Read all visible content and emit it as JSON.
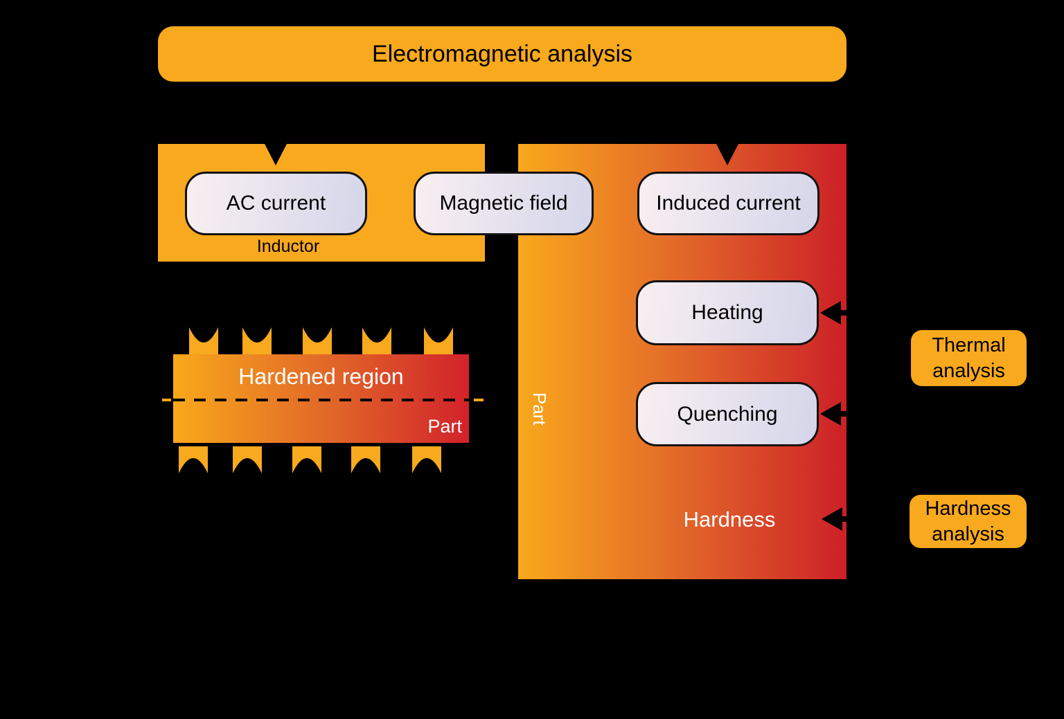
{
  "title": "Electromagnetic analysis",
  "inductor": {
    "label": "Inductor",
    "ac_current": "AC current"
  },
  "magnetic_field": "Magnetic field",
  "part": {
    "label": "Part",
    "induced_current": "Induced current",
    "heating": "Heating",
    "quenching": "Quenching",
    "hardness": "Hardness"
  },
  "workpiece": {
    "hardened_region": "Hardened region",
    "part_label": "Part"
  },
  "thermal_analysis": {
    "line1": "Thermal",
    "line2": "analysis"
  },
  "hardness_analysis": {
    "line1": "Hardness",
    "line2": "analysis"
  },
  "icons": {
    "inductor_notch": "triangle-down-icon",
    "part_notch": "triangle-down-icon",
    "flow_arrow": "arrow-left-icon",
    "coil_turn": "coil-cross-section-icon"
  },
  "colors": {
    "background": "#000000",
    "orange": "#F9A91E",
    "gradient_orange_start": "#F9A81B",
    "gradient_red_end": "#CC2027",
    "node_fill_left": "#F9EFF1",
    "node_fill_right": "#D4D6EA",
    "node_border": "#111111",
    "text_dark": "#000000",
    "text_light": "#FFFFFF"
  }
}
